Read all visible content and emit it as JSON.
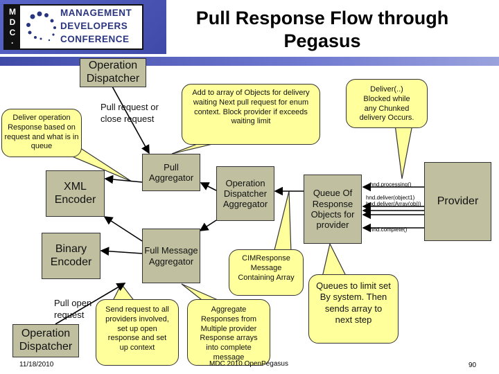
{
  "logo": {
    "vertical": "MDC",
    "lines": [
      "MANAGEMENT",
      "DEVELOPERS",
      "CONFERENCE"
    ]
  },
  "title": [
    "Pull Response Flow through",
    "Pegasus"
  ],
  "boxes": {
    "op_dispatcher_top": "Operation Dispatcher",
    "pull_aggregator": "Pull Aggregator",
    "xml_encoder": "XML Encoder",
    "op_dispatcher_aggregator": "Operation Dispatcher Aggregator",
    "queue": "Queue Of Response Objects for provider",
    "provider": "Provider",
    "binary_encoder": "Binary Encoder",
    "full_message_aggregator": "Full Message Aggregator",
    "op_dispatcher_bottom": "Operation Dispatcher"
  },
  "callouts": {
    "deliver_operation": "Deliver operation Response based on request and what is in queue",
    "add_to_array": "Add to array of Objects for delivery waiting Next pull request for enum context. Block provider if exceeds waiting limit",
    "deliver_blocked": "Deliver(..) Blocked while any Chunked delivery Occurs.",
    "cimresponse": "CIMResponse Message Containing Array",
    "queues_limit": "Queues to limit set By system. Then sends array to next step",
    "send_request": "Send request to all providers involved, set up open response and set up context",
    "aggregate": "Aggregate Responses from Multiple provider Response arrays into complete message"
  },
  "labels": {
    "pull_request": "Pull request or close request",
    "pull_open": "Pull open request",
    "hnd_processing": "hnd.processing()",
    "hnd_deliver_object": "hnd.deliver(object1)",
    "hnd_deliver_array": "hnd.deliver(Array(obj))",
    "hnd_complete": "hnd.complete()"
  },
  "footer": {
    "date": "11/18/2010",
    "center": "MDC 2010 OpenPegasus",
    "page": "90"
  },
  "colors": {
    "box": "#c0c0a0",
    "callout": "#ffff9c",
    "banner": "#3f4aa8"
  }
}
